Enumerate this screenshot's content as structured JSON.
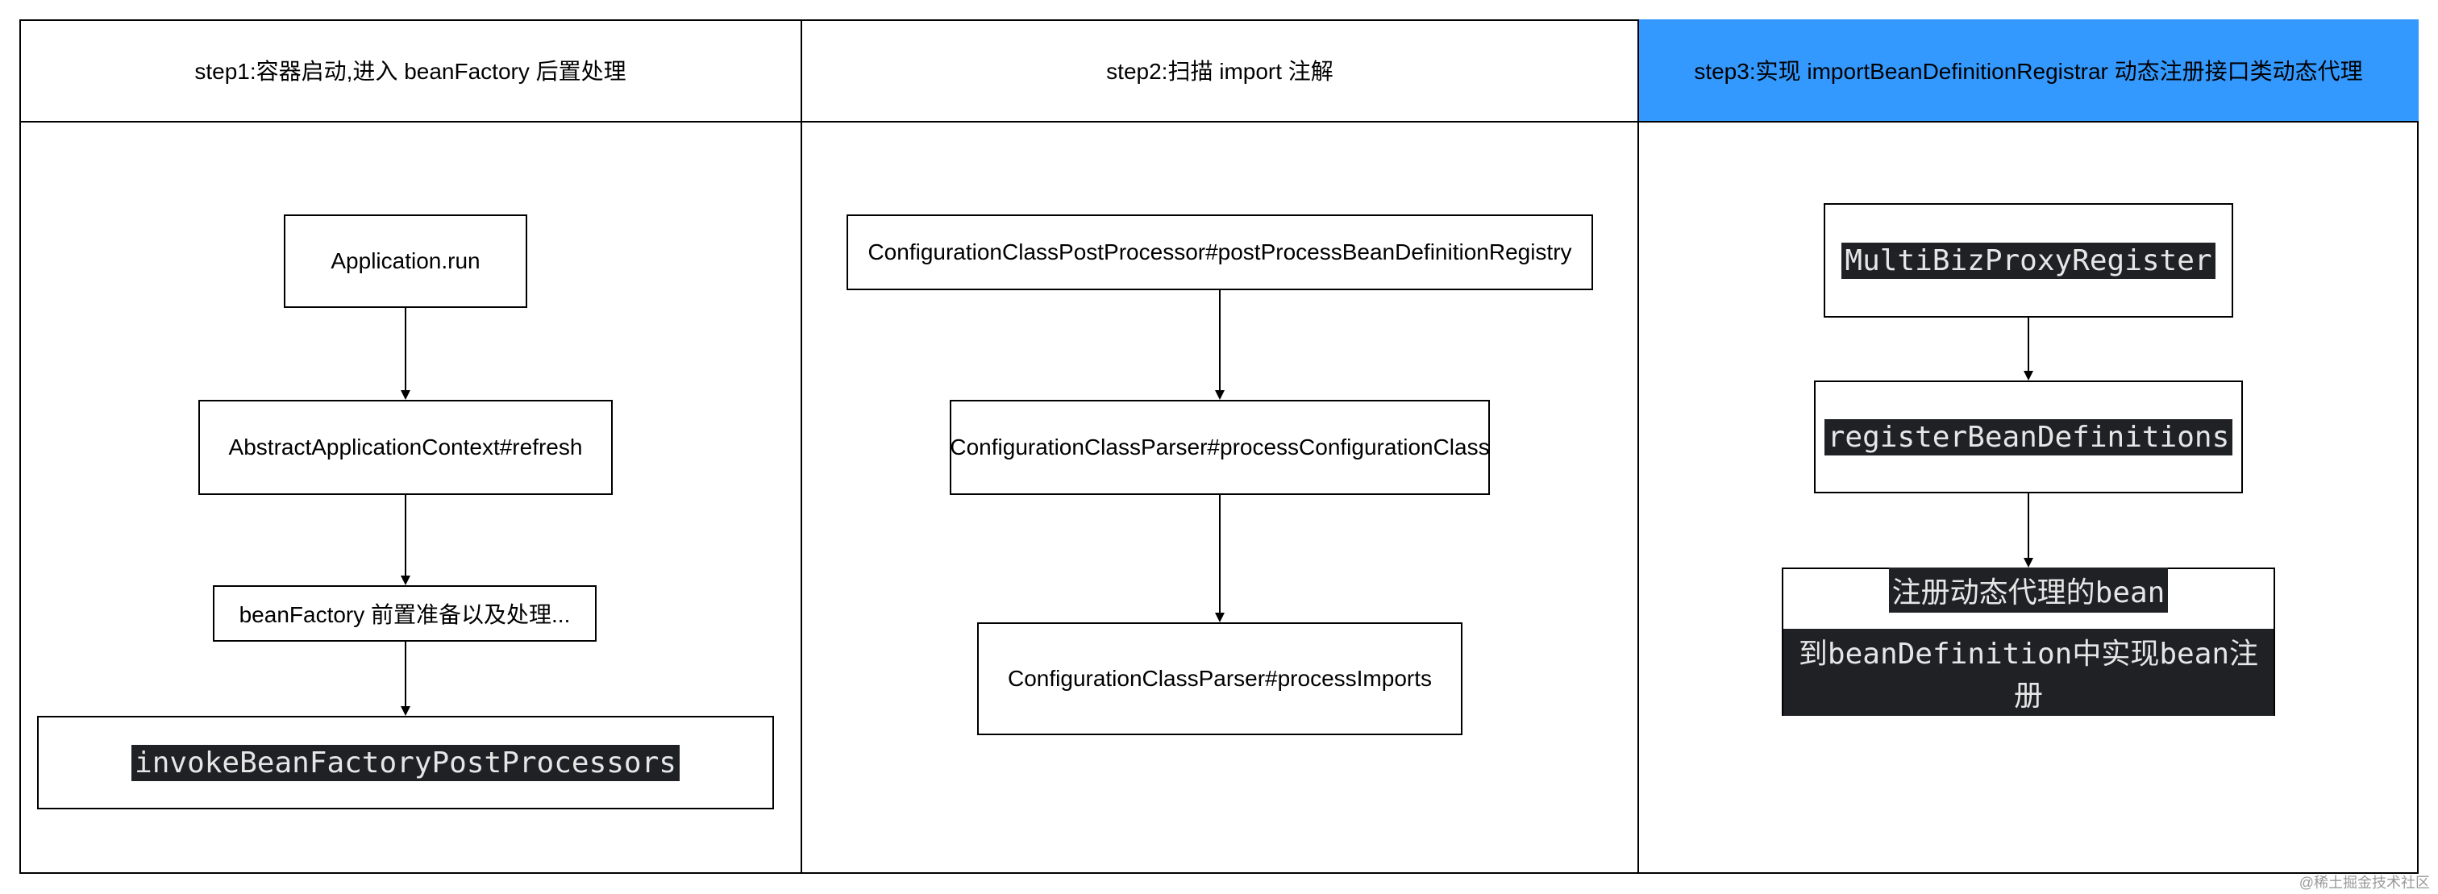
{
  "columns": [
    {
      "header": "step1:容器启动,进入 beanFactory 后置处理",
      "nodes": [
        "Application.run",
        "AbstractApplicationContext#refresh",
        "beanFactory 前置准备以及处理...",
        "invokeBeanFactoryPostProcessors"
      ]
    },
    {
      "header": "step2:扫描 import 注解",
      "nodes": [
        "ConfigurationClassPostProcessor#postProcessBeanDefinitionRegistry",
        "ConfigurationClassParser#processConfigurationClass",
        "ConfigurationClassParser#processImports"
      ]
    },
    {
      "header": "step3:实现 importBeanDefinitionRegistrar 动态注册接口类动态代理",
      "nodes": [
        "MultiBizProxyRegister",
        "registerBeanDefinitions",
        "注册动态代理的bean",
        "到beanDefinition中实现bean注册"
      ]
    }
  ],
  "watermark": "@稀土掘金技术社区",
  "colors": {
    "highlight_header": "#3399ff",
    "code_bg": "#1f2125",
    "code_text": "#e6e6e6"
  }
}
